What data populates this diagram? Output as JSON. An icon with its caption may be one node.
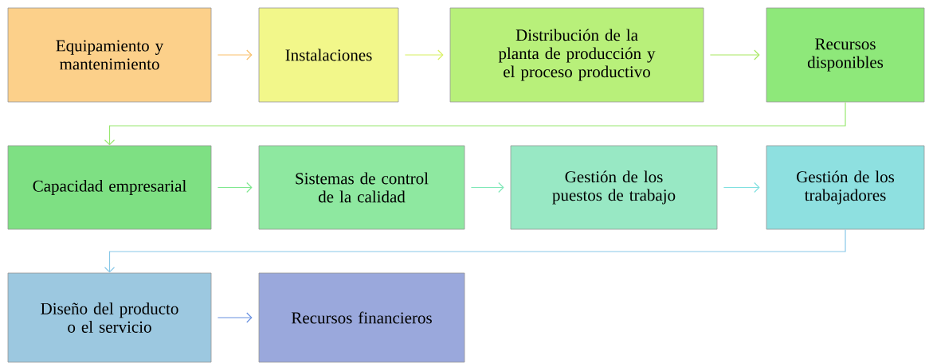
{
  "diagram": {
    "nodes": [
      {
        "text": [
          "Equipamiento y mantenimiento"
        ]
      },
      {
        "text": [
          "Instalaciones"
        ]
      },
      {
        "text": [
          "Distribución de la planta de producción y el proceso productivo"
        ]
      },
      {
        "text": [
          "Recursos disponibles"
        ]
      },
      {
        "text": [
          "Capacidad empresarial"
        ]
      },
      {
        "text": [
          "Sistemas de control de la calidad"
        ]
      },
      {
        "text": [
          "Gestión de los puestos de trabajo"
        ]
      },
      {
        "text": [
          "Gestión de los trabajadores"
        ]
      },
      {
        "text": [
          "Diseño del producto o el servicio"
        ]
      },
      {
        "text": [
          "Recursos financieros"
        ]
      }
    ],
    "edges": [
      {
        "from": 0,
        "to": 1,
        "arrow": "to",
        "color": "#f9c06a"
      },
      {
        "from": 1,
        "to": 2,
        "arrow": "to",
        "color": "#d8f060"
      },
      {
        "from": 2,
        "to": 3,
        "arrow": "to",
        "color": "#a8e860"
      },
      {
        "from": 3,
        "to": 4,
        "arrow": "to",
        "color": "#98e870"
      },
      {
        "from": 4,
        "to": 5,
        "arrow": "to",
        "color": "#80e890"
      },
      {
        "from": 5,
        "to": 6,
        "arrow": "to",
        "color": "#80e8b8"
      },
      {
        "from": 6,
        "to": 7,
        "arrow": "to",
        "color": "#80e0e0"
      },
      {
        "from": 7,
        "to": 8,
        "arrow": "to",
        "color": "#88c8e8"
      },
      {
        "from": 8,
        "to": 9,
        "arrow": "to",
        "color": "#6890e0"
      }
    ]
  }
}
